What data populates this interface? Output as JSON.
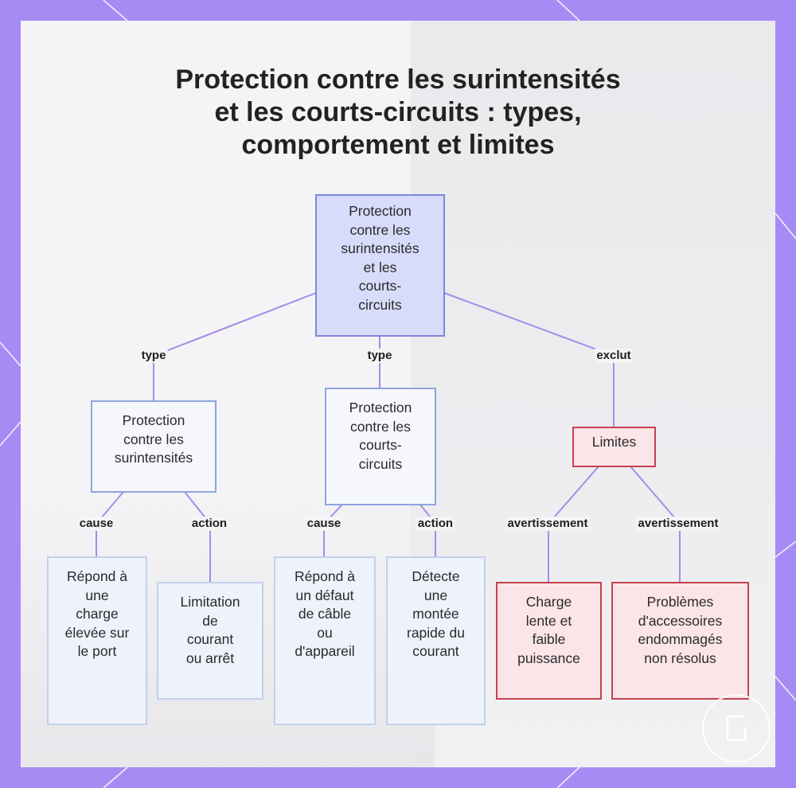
{
  "title_lines": [
    "Protection contre les surintensités",
    "et les courts-circuits : types,",
    "comportement et limites"
  ],
  "nodes": {
    "root": [
      "Protection",
      "contre les",
      "surintensités",
      "et les",
      "courts-",
      "circuits"
    ],
    "overcurrent": [
      "Protection",
      "contre les",
      "surintensités"
    ],
    "shortcircuit": [
      "Protection",
      "contre les",
      "courts-",
      "circuits"
    ],
    "limits": [
      "Limites"
    ],
    "oc_cause": [
      "Répond à",
      "une",
      "charge",
      "élevée sur",
      "le port"
    ],
    "oc_action": [
      "Limitation",
      "de",
      "courant",
      "ou arrêt"
    ],
    "sc_cause": [
      "Répond à",
      "un défaut",
      "de câble",
      "ou",
      "d'appareil"
    ],
    "sc_action": [
      "Détecte",
      "une",
      "montée",
      "rapide du",
      "courant"
    ],
    "lim_slow": [
      "Charge",
      "lente et",
      "faible",
      "puissance"
    ],
    "lim_acc": [
      "Problèmes",
      "d'accessoires",
      "endommagés",
      "non résolus"
    ]
  },
  "edge_labels": {
    "root_oc": "type",
    "root_sc": "type",
    "root_lim": "exclut",
    "oc_cause": "cause",
    "oc_action": "action",
    "sc_cause": "cause",
    "sc_action": "action",
    "lim_slow": "avertissement",
    "lim_acc": "avertissement"
  },
  "colors": {
    "frame": "#a78bf5",
    "edge": "#a78be8",
    "root_fill": "#d8dcfb",
    "limit_border": "#c5414f"
  }
}
